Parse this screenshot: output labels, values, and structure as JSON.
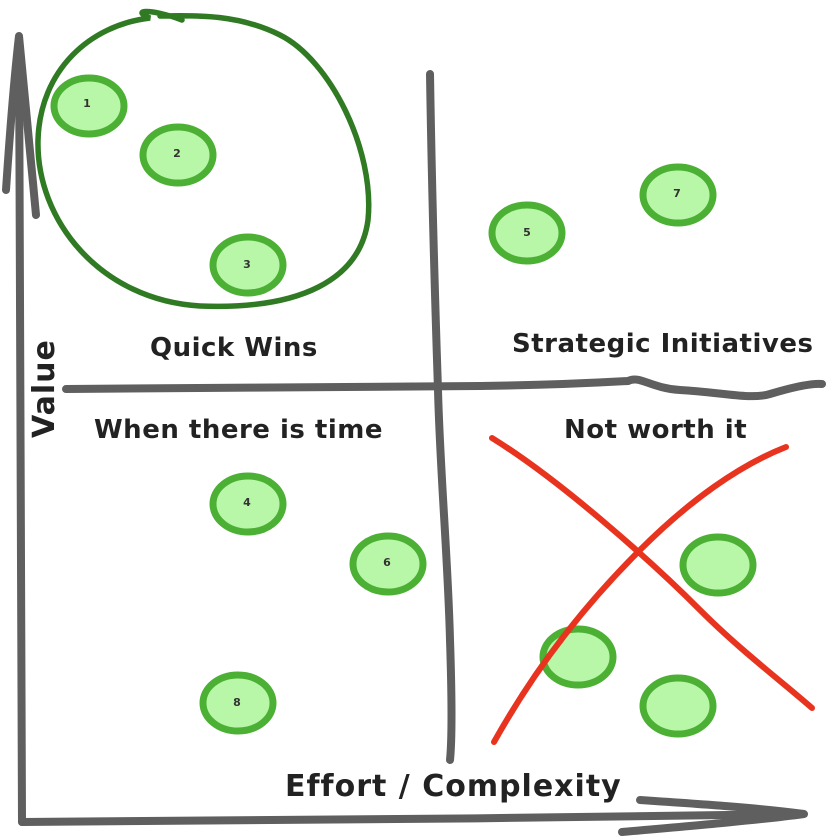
{
  "labels": {
    "y_axis": "Value",
    "x_axis": "Effort / Complexity",
    "top_left": "Quick Wins",
    "top_right": "Strategic Initiatives",
    "bottom_left": "When there is time",
    "bottom_right": "Not worth it"
  },
  "items": [
    {
      "id": "1",
      "quadrant": "Quick Wins"
    },
    {
      "id": "2",
      "quadrant": "Quick Wins"
    },
    {
      "id": "3",
      "quadrant": "Quick Wins"
    },
    {
      "id": "4",
      "quadrant": "When there is time"
    },
    {
      "id": "5",
      "quadrant": "Strategic Initiatives"
    },
    {
      "id": "6",
      "quadrant": "When there is time"
    },
    {
      "id": "7",
      "quadrant": "Strategic Initiatives"
    },
    {
      "id": "8",
      "quadrant": "When there is time"
    },
    {
      "id": "",
      "quadrant": "Not worth it"
    },
    {
      "id": "",
      "quadrant": "Not worth it"
    },
    {
      "id": "",
      "quadrant": "Not worth it"
    }
  ],
  "colors": {
    "axis": "#5f5f5f",
    "node_fill": "#b9f7a8",
    "node_stroke": "#4cb035",
    "highlight_circle": "#2f7a23",
    "cross": "#e8341f"
  }
}
